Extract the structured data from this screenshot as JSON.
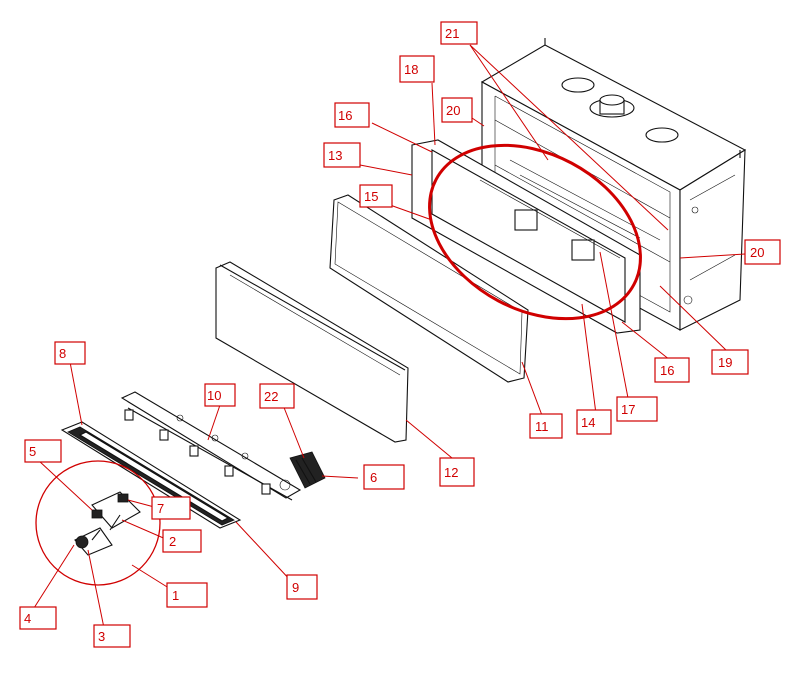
{
  "labels": {
    "p1": "1",
    "p2": "2",
    "p3": "3",
    "p4": "4",
    "p5": "5",
    "p6": "6",
    "p7": "7",
    "p8": "8",
    "p9": "9",
    "p10": "10",
    "p11": "11",
    "p12": "12",
    "p13": "13",
    "p14": "14",
    "p15": "15",
    "p16a": "16",
    "p16b": "16",
    "p17": "17",
    "p18": "18",
    "p19": "19",
    "p20a": "20",
    "p20b": "20",
    "p21": "21",
    "p22": "22"
  },
  "colors": {
    "callout": "#d00000",
    "line": "#111111",
    "background": "#ffffff"
  }
}
